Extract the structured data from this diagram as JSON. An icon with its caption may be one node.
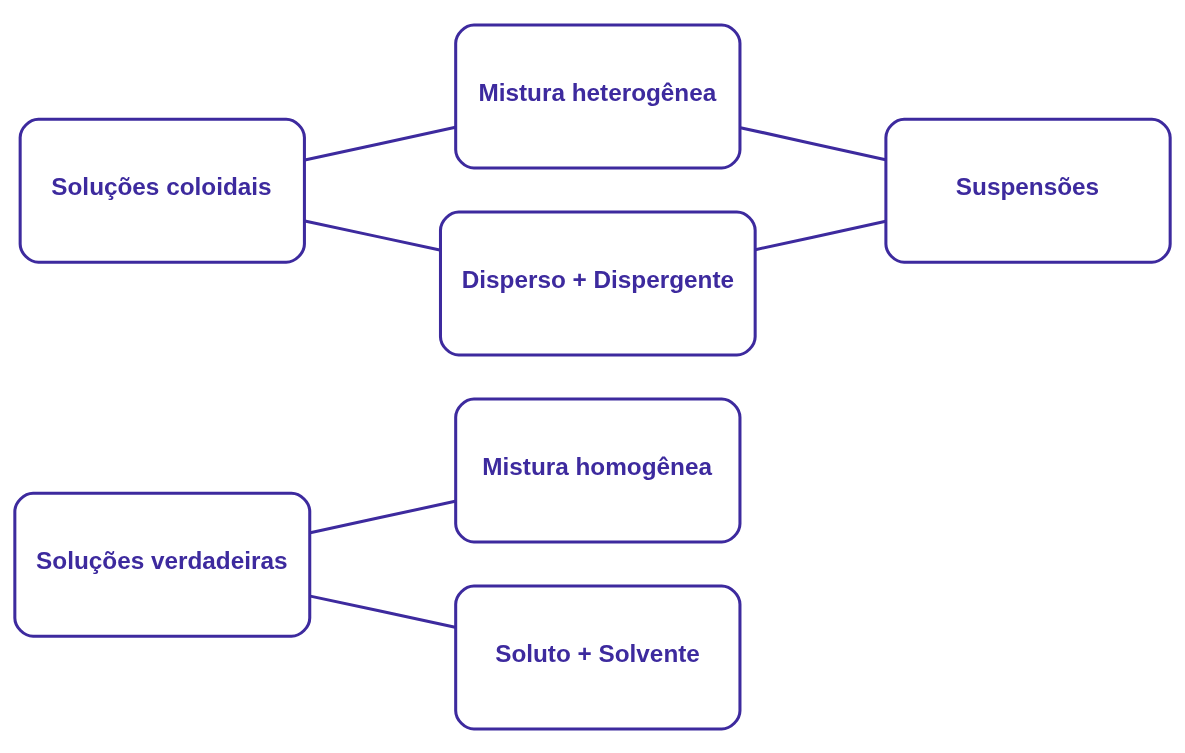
{
  "diagram": {
    "nodes": [
      {
        "text": [
          "Soluções verdadeiras"
        ]
      },
      {
        "text": [
          "Mistura homogênea"
        ]
      },
      {
        "text": [
          "Soluto + Solvente"
        ]
      },
      {
        "text": [
          "Soluções coloidais"
        ]
      },
      {
        "text": [
          "Mistura heterogênea"
        ]
      },
      {
        "text": [
          "Disperso + Dispergente"
        ]
      },
      {
        "text": [
          "Suspensões"
        ]
      }
    ],
    "edges": [
      {
        "from": 0,
        "to": 1,
        "arrow": "none"
      },
      {
        "from": 0,
        "to": 2,
        "arrow": "none"
      },
      {
        "from": 3,
        "to": 4,
        "arrow": "none"
      },
      {
        "from": 3,
        "to": 5,
        "arrow": "none"
      },
      {
        "from": 4,
        "to": 6,
        "arrow": "none"
      },
      {
        "from": 5,
        "to": 6,
        "arrow": "none"
      }
    ]
  }
}
